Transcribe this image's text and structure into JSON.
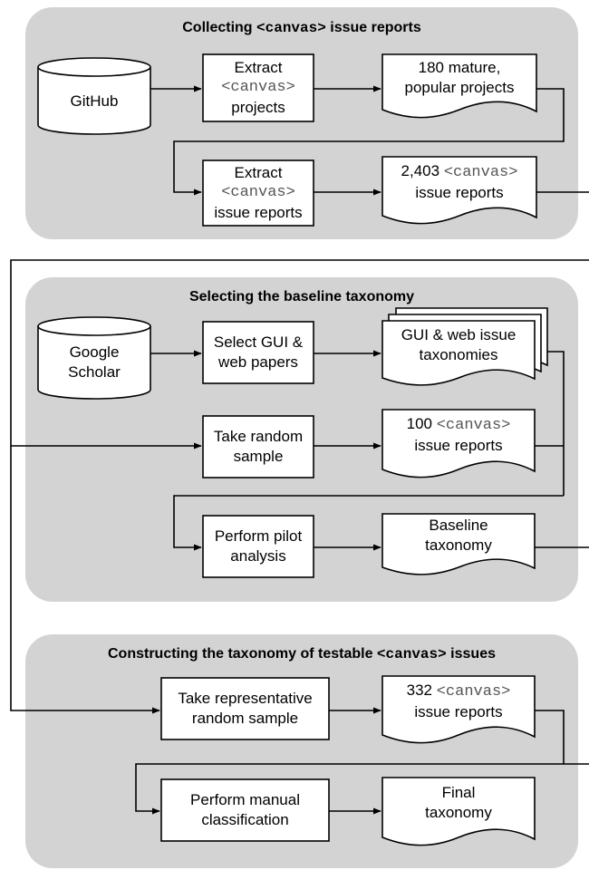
{
  "panels": [
    {
      "title_prefix": "Collecting ",
      "title_code": "<canvas>",
      "title_suffix": " issue reports"
    },
    {
      "title_prefix": "Selecting the baseline taxonomy",
      "title_code": "",
      "title_suffix": ""
    },
    {
      "title_prefix": "Constructing the taxonomy of testable ",
      "title_code": "<canvas>",
      "title_suffix": " issues"
    }
  ],
  "nodes": {
    "github": "GitHub",
    "extract_projects": [
      "Extract",
      "<canvas>",
      "projects"
    ],
    "mature_projects": [
      "180 mature,",
      "popular projects"
    ],
    "extract_reports": [
      "Extract",
      "<canvas>",
      "issue reports"
    ],
    "reports_2403": {
      "num": "2,403 ",
      "code": "<canvas>",
      "rest": "issue reports"
    },
    "google_scholar": [
      "Google",
      "Scholar"
    ],
    "select_papers": [
      "Select GUI &",
      "web papers"
    ],
    "taxonomies": [
      "GUI & web issue",
      "taxonomies"
    ],
    "random_sample": [
      "Take random",
      "sample"
    ],
    "reports_100": {
      "num": "100 ",
      "code": "<canvas>",
      "rest": "issue reports"
    },
    "pilot": [
      "Perform pilot",
      "analysis"
    ],
    "baseline": [
      "Baseline",
      "taxonomy"
    ],
    "representative": [
      "Take representative",
      "random sample"
    ],
    "reports_332": {
      "num": "332 ",
      "code": "<canvas>",
      "rest": "issue reports"
    },
    "manual": [
      "Perform manual",
      "classification"
    ],
    "final": [
      "Final",
      "taxonomy"
    ]
  }
}
